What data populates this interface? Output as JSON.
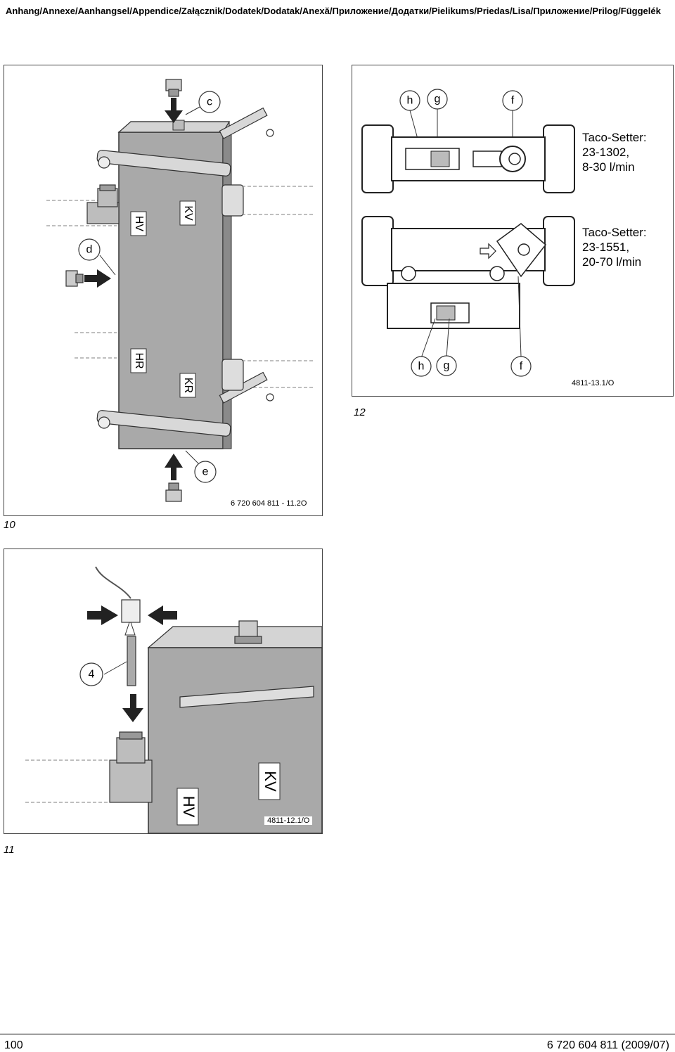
{
  "header": "Anhang/Annexe/Aanhangsel/Appendice/Załącznik/Dodatek/Dodatak/Anexă/Приложение/Додатки/Pielikums/Priedas/Lisa/Приложение/Prilog/Függelék",
  "figure10": {
    "number": "10",
    "code": "6 720 604 811 - 11.2O",
    "callouts": {
      "c": "c",
      "d": "d",
      "e": "e"
    },
    "labels": {
      "hv": "HV",
      "kv": "KV",
      "hr": "HR",
      "kr": "KR"
    }
  },
  "figure11": {
    "number": "11",
    "code": "4811-12.1/O",
    "callout": "4",
    "labels": {
      "hv": "HV",
      "kv": "KV"
    }
  },
  "figure12": {
    "number": "12",
    "code": "4811-13.1/O",
    "top_callouts": {
      "h": "h",
      "g": "g",
      "f": "f"
    },
    "bottom_callouts": {
      "h": "h",
      "g": "g",
      "f": "f"
    },
    "setter1": {
      "line1": "Taco-Setter:",
      "line2": "23-1302,",
      "line3": "8-30 l/min"
    },
    "setter2": {
      "line1": "Taco-Setter:",
      "line2": "23-1551,",
      "line3": "20-70 l/min"
    }
  },
  "footer": {
    "page": "100",
    "doc": "6 720 604 811 (2009/07)"
  },
  "colors": {
    "body_gray": "#a9a9a9",
    "dark_gray": "#7d7d7d",
    "light_gray": "#d4d4d4"
  },
  "icons": [
    "arrow-down-icon",
    "arrow-right-icon",
    "arrow-up-icon",
    "plug-icon"
  ]
}
